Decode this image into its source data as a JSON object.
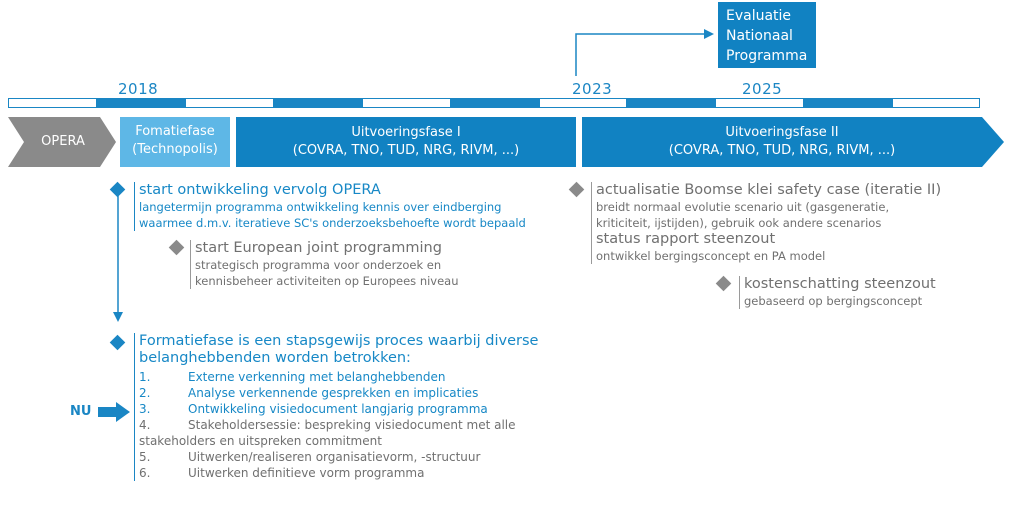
{
  "evaluation_box": {
    "lines": [
      "Evaluatie",
      "Nationaal",
      "Programma"
    ]
  },
  "timeline": {
    "years": {
      "y2018": "2018",
      "y2023": "2023",
      "y2025": "2025"
    }
  },
  "phases": {
    "opera": "OPERA",
    "formatie": {
      "line1": "Fomatiefase",
      "line2": "(Technopolis)"
    },
    "uitvoering1": {
      "line1": "Uitvoeringsfase I",
      "line2": "(COVRA, TNO, TUD, NRG, RIVM,  ...)"
    },
    "uitvoering2": {
      "line1": "Uitvoeringsfase II",
      "line2": "(COVRA, TNO, TUD, NRG, RIVM,  ...)"
    }
  },
  "milestones": {
    "opera_start": {
      "title": "start ontwikkeling vervolg OPERA",
      "lines": [
        "langetermijn programma ontwikkeling kennis over eindberging",
        "waarmee d.m.v. iteratieve SC's onderzoeksbehoefte wordt bepaald"
      ]
    },
    "european": {
      "title": "start European joint programming",
      "lines": [
        "strategisch programma voor onderzoek en",
        "kennisbeheer activiteiten op Europees niveau"
      ]
    },
    "boomse": {
      "title": "actualisatie Boomse klei safety case (iteratie II)",
      "lines": [
        "breidt normaal evolutie scenario uit (gasgeneratie,",
        "kriticiteit, ijstijden), gebruik ook andere scenarios"
      ],
      "title2": "status rapport steenzout",
      "line3": "ontwikkel bergingsconcept en PA model"
    },
    "kosten": {
      "title": "kostenschatting steenzout",
      "line": "gebaseerd op bergingsconcept"
    },
    "formatie": {
      "title_lines": [
        "Formatiefase is een stapsgewijs proces waarbij diverse",
        "belanghebbenden worden betrokken:"
      ],
      "steps": [
        {
          "num": "1.",
          "text": "Externe verkenning met belanghebbenden"
        },
        {
          "num": "2.",
          "text": "Analyse verkennende gesprekken en implicaties"
        },
        {
          "num": "3.",
          "text": "Ontwikkeling visiedocument langjarig programma"
        },
        {
          "num": "4.",
          "text": "Stakeholdersessie: bespreking visiedocument met alle",
          "text2": "stakeholders en uitspreken commitment"
        },
        {
          "num": "5.",
          "text": "Uitwerken/realiseren organisatievorm, -structuur"
        },
        {
          "num": "6.",
          "text": "Uitwerken definitieve vorm programma"
        }
      ]
    }
  },
  "now_marker": "NU",
  "colors": {
    "primary": "#1a86c4",
    "light": "#5eb7e6",
    "gray": "#8a8a8a"
  }
}
